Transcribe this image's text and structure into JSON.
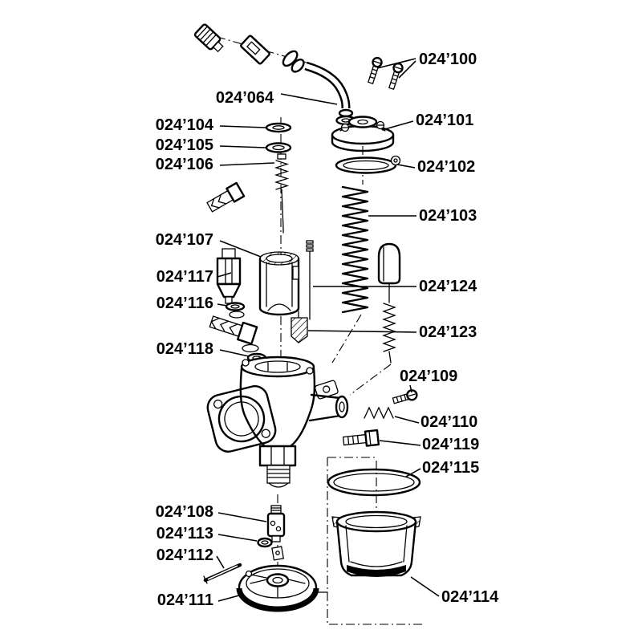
{
  "diagram": {
    "type": "exploded-parts-diagram",
    "subject": "carburetor exploded view parts diagram",
    "colors": {
      "background": "#ffffff",
      "line": "#000000",
      "text": "#000000"
    },
    "labels": {
      "p064": "024’064",
      "p100": "024’100",
      "p101": "024’101",
      "p102": "024’102",
      "p103": "024’103",
      "p104": "024’104",
      "p105": "024’105",
      "p106": "024’106",
      "p107": "024’107",
      "p108": "024’108",
      "p109": "024’109",
      "p110": "024’110",
      "p111": "024’111",
      "p112": "024’112",
      "p113": "024’113",
      "p114": "024’114",
      "p115": "024’115",
      "p116": "024’116",
      "p117": "024’117",
      "p118": "024’118",
      "p119": "024’119",
      "p123": "024’123",
      "p124": "024’124"
    }
  }
}
